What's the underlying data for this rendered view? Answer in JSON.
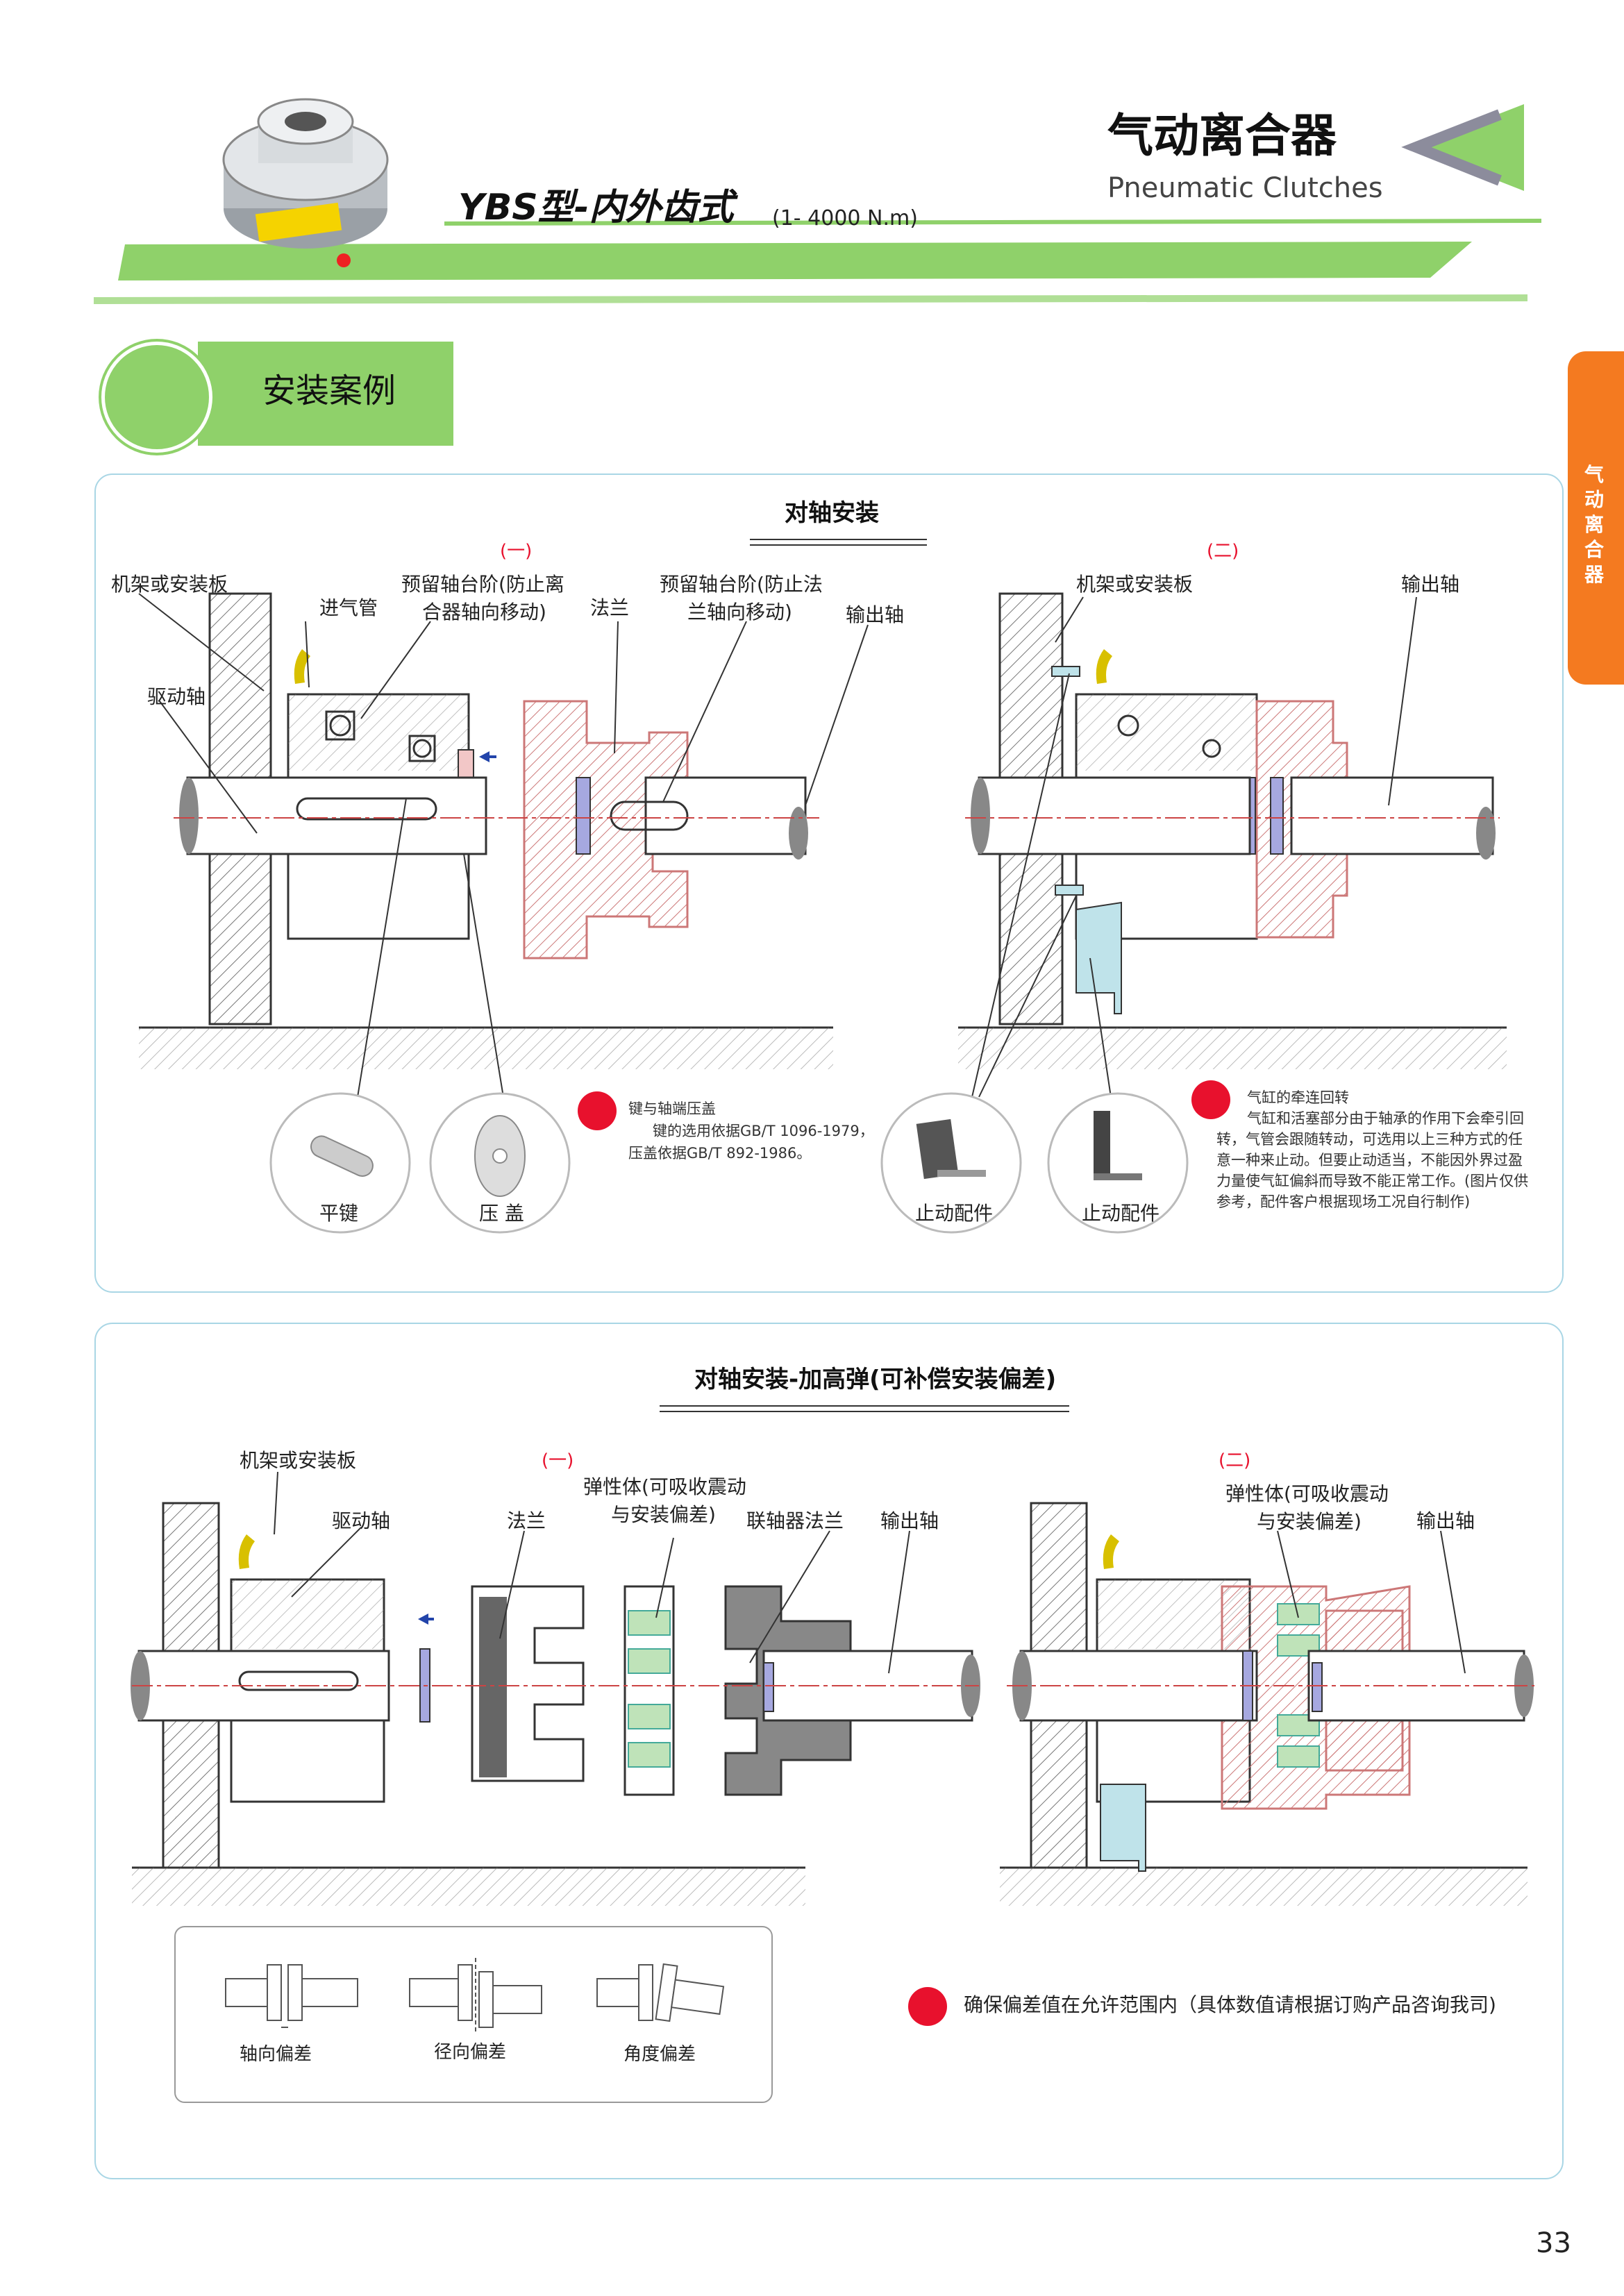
{
  "header": {
    "title_cn": "气动离合器",
    "title_en": "Pneumatic Clutches",
    "model": "YBS型-内外齿式",
    "torque_range": "(1- 4000 N.m)",
    "accent_green": "#8fd16a",
    "arrow_grey": "#8c8c9c"
  },
  "side_tab": {
    "label": "气动离合器",
    "color": "#f47a20"
  },
  "section": {
    "title": "安装案例"
  },
  "panel1": {
    "title": "对轴安装",
    "left": {
      "marker": "(一)",
      "labels": {
        "frame": "机架或安装板",
        "air_pipe": "进气管",
        "drive_shaft": "驱动轴",
        "shoulder_a": "预留轴台阶(防止离",
        "shoulder_b": "合器轴向移动)",
        "flange": "法兰",
        "flange_shoulder_a": "预留轴台阶(防止法",
        "flange_shoulder_b": "兰轴向移动)",
        "output_shaft": "输出轴"
      },
      "parts": {
        "key": "平键",
        "cover": "压 盖"
      },
      "note": {
        "title": "键与轴端压盖",
        "lines": [
          "键的选用依据GB/T 1096-1979，",
          "压盖依据GB/T 892-1986。"
        ]
      }
    },
    "right": {
      "marker": "(二)",
      "labels": {
        "frame": "机架或安装板",
        "output_shaft": "输出轴"
      },
      "parts": {
        "stop1": "止动配件",
        "stop2": "止动配件"
      },
      "note": {
        "title": "气缸的牵连回转",
        "lines": [
          "气缸和活塞部分由于轴承的作用下会牵引回",
          "转，气管会跟随转动，可选用以上三种方式的任",
          "意一种来止动。但要止动适当，不能因外界过盈",
          "力量使气缸偏斜而导致不能正常工作。(图片仅供",
          "参考，配件客户根据现场工况自行制作)"
        ]
      }
    }
  },
  "panel2": {
    "title": "对轴安装-加高弹(可补偿安装偏差)",
    "left": {
      "marker": "(一)",
      "labels": {
        "frame": "机架或安装板",
        "drive_shaft": "驱动轴",
        "flange": "法兰",
        "elastic_a": "弹性体(可吸收震动",
        "elastic_b": "与安装偏差)",
        "coupling_flange": "联轴器法兰",
        "output_shaft": "输出轴"
      }
    },
    "right": {
      "marker": "(二)",
      "labels": {
        "elastic_a": "弹性体(可吸收震动",
        "elastic_b": "与安装偏差)",
        "output_shaft": "输出轴"
      }
    },
    "deviations": [
      "轴向偏差",
      "径向偏差",
      "角度偏差"
    ],
    "note": "确保偏差值在允许范围内（具体数值请根据订购产品咨询我司)"
  },
  "page_number": "33"
}
